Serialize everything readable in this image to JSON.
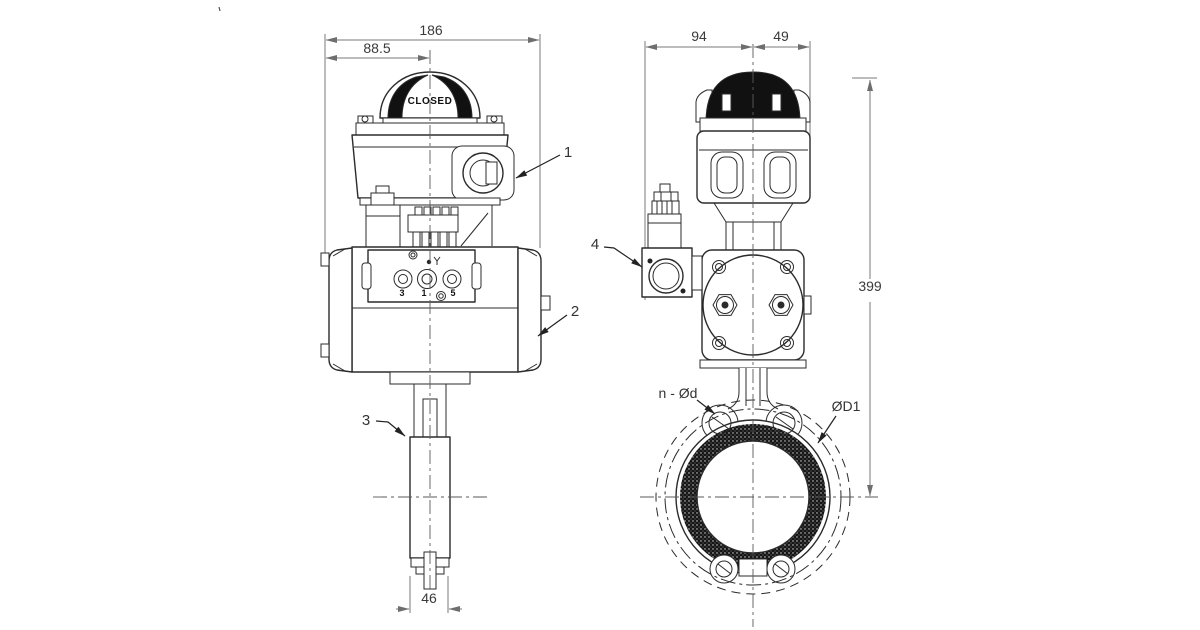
{
  "colors": {
    "line": "#2b2b2b",
    "dimension_line": "#7a7a7a",
    "text": "#3a3a3a",
    "dark_fill": "#111111",
    "background": "#ffffff"
  },
  "front_view": {
    "dim_total_width": "186",
    "dim_center_offset": "88.5",
    "dim_body_width": "46",
    "indicator_text": "CLOSED",
    "solenoid_port_left": "3",
    "solenoid_port_center": "1",
    "solenoid_port_right": "5",
    "callout_limit_switch": "1",
    "callout_actuator": "2",
    "callout_valve_body": "3"
  },
  "side_view": {
    "dim_left_of_center": "94",
    "dim_right_of_center": "49",
    "dim_total_height": "399",
    "callout_solenoid_valve": "4",
    "label_bolt_holes": "n - Ød",
    "label_bolt_circle": "ØD1"
  }
}
